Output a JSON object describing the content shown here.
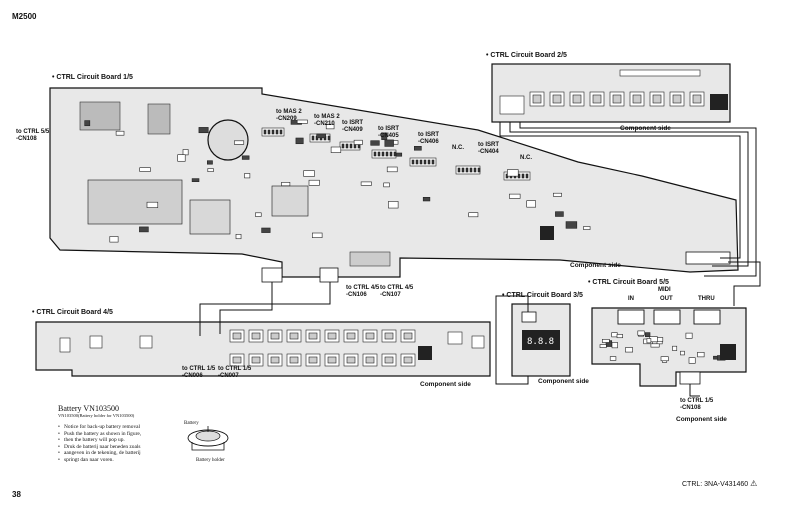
{
  "header": {
    "model": "M2500"
  },
  "footer": {
    "page": "38",
    "code": "CTRL: 3NA-V431460"
  },
  "boards": {
    "b1": "CTRL Circuit Board 1/5",
    "b2": "CTRL Circuit Board 2/5",
    "b3": "CTRL Circuit Board 3/5",
    "b4": "CTRL Circuit Board 4/5",
    "b5": "CTRL Circuit Board 5/5"
  },
  "component_side": "Component side",
  "connectors": {
    "cn209": [
      "to MAS 2",
      "-CN209"
    ],
    "cn210": [
      "to MAS 2",
      "-CN210"
    ],
    "cn409": [
      "to ISRT",
      "-CN409"
    ],
    "cn405": [
      "to ISRT",
      "-CN405"
    ],
    "cn406": [
      "to ISRT",
      "-CN406"
    ],
    "cn404": [
      "to ISRT",
      "-CN404"
    ],
    "nc": "N.C.",
    "cn108_left": [
      "to CTRL 5/5",
      "-CN108"
    ],
    "cn106": [
      "to CTRL 4/5",
      "-CN106"
    ],
    "cn107": [
      "to CTRL 4/5",
      "-CN107"
    ],
    "cn006": [
      "to CTRL 1/5",
      "-CN006"
    ],
    "cn007": [
      "to CTRL 1/5",
      "-CN007"
    ],
    "cn108_right": [
      "to CTRL 1/5",
      "-CN108"
    ]
  },
  "midi": {
    "title": "MIDI",
    "in": "IN",
    "out": "OUT",
    "thru": "THRU"
  },
  "battery": {
    "title": "Battery VN103500",
    "subtitle": "VN103500(Battery holder for VN103500)",
    "notes": [
      "Notice for back-up battery removal",
      "Push the battery as shown in figure,",
      "then the battery will pop up.",
      "Druk de batterij naar beneden zoals",
      "aangeven in de tekening, de batterij",
      "springt dan naar voren."
    ],
    "label_battery": "Battery",
    "label_holder": "Battery holder"
  },
  "colors": {
    "ink": "#111111",
    "board_fill": "#e6e6e6",
    "chip": "#222222"
  }
}
